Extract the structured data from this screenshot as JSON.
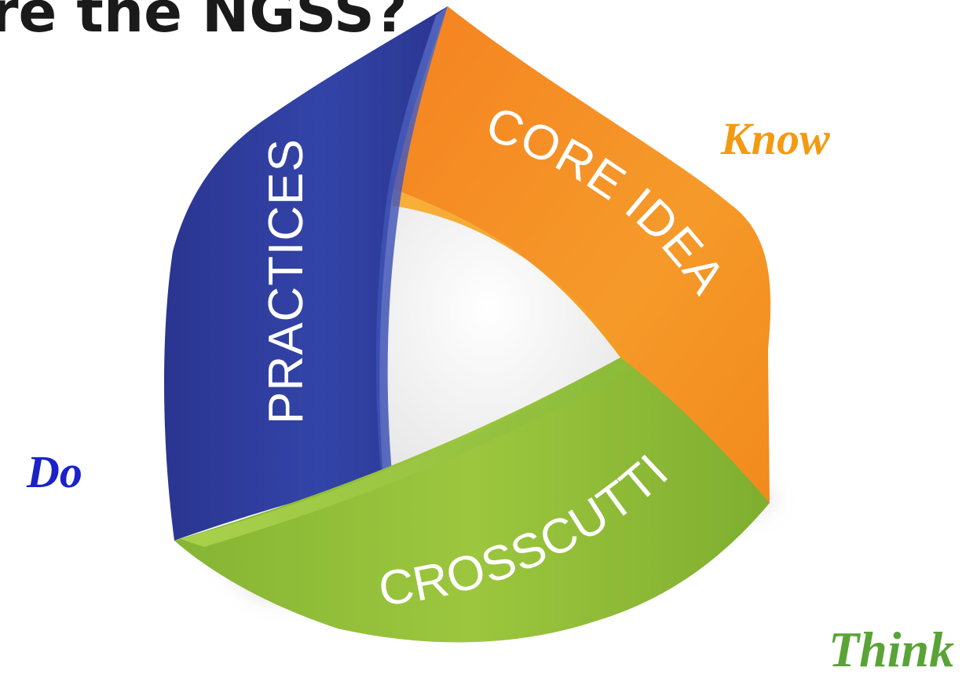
{
  "title": "re the NGSS?",
  "bands": {
    "practices": {
      "label": "PRACTICES",
      "color": "#2f3c9a"
    },
    "core_ideas": {
      "label": "CORE IDEAS",
      "color": "#f28a1c"
    },
    "crosscutting": {
      "label": "CROSSCUTTING",
      "color": "#8dbb38"
    }
  },
  "verbs": {
    "do": {
      "label": "Do",
      "color": "#1a22c8"
    },
    "know": {
      "label": "Know",
      "color": "#f39a12"
    },
    "think": {
      "label": "Think",
      "color": "#5aa336"
    }
  }
}
